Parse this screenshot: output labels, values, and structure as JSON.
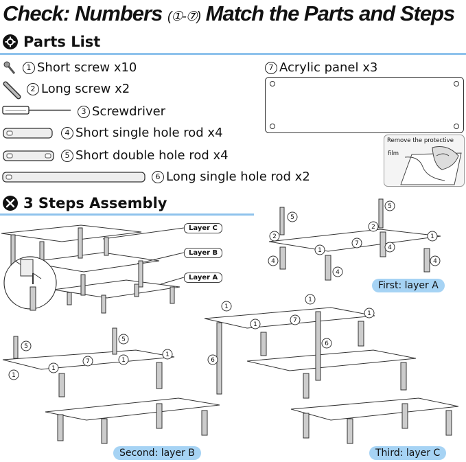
{
  "header": {
    "title_prefix": "Check: Numbers ",
    "title_numbers": "(①-⑦)",
    "title_suffix": " Match the Parts and Steps"
  },
  "parts_section": {
    "heading": "Parts List",
    "icon": "gear-icon",
    "items": [
      {
        "num": "1",
        "label": "Short screw x10",
        "icon": "short-screw-icon"
      },
      {
        "num": "2",
        "label": "Long screw x2",
        "icon": "long-screw-icon"
      },
      {
        "num": "3",
        "label": "Screwdriver",
        "icon": "screwdriver-icon"
      },
      {
        "num": "4",
        "label": "Short single hole rod x4",
        "icon": "short-single-rod-icon"
      },
      {
        "num": "5",
        "label": "Short double hole rod x4",
        "icon": "short-double-rod-icon"
      },
      {
        "num": "6",
        "label": "Long single hole rod x2",
        "icon": "long-single-rod-icon"
      },
      {
        "num": "7",
        "label": "Acrylic panel x3",
        "icon": "acrylic-panel-icon"
      }
    ],
    "note": {
      "line1": "Remove the protective",
      "line2": "film"
    }
  },
  "assembly_section": {
    "heading": "3 Steps Assembly",
    "icon": "tools-icon",
    "layers": [
      "Layer C",
      "Layer B",
      "Layer A"
    ],
    "steps": [
      "First: layer A",
      "Second: layer B",
      "Third: layer C"
    ]
  },
  "colors": {
    "accent": "#8ec2ec",
    "badge": "#a6d3f4"
  }
}
